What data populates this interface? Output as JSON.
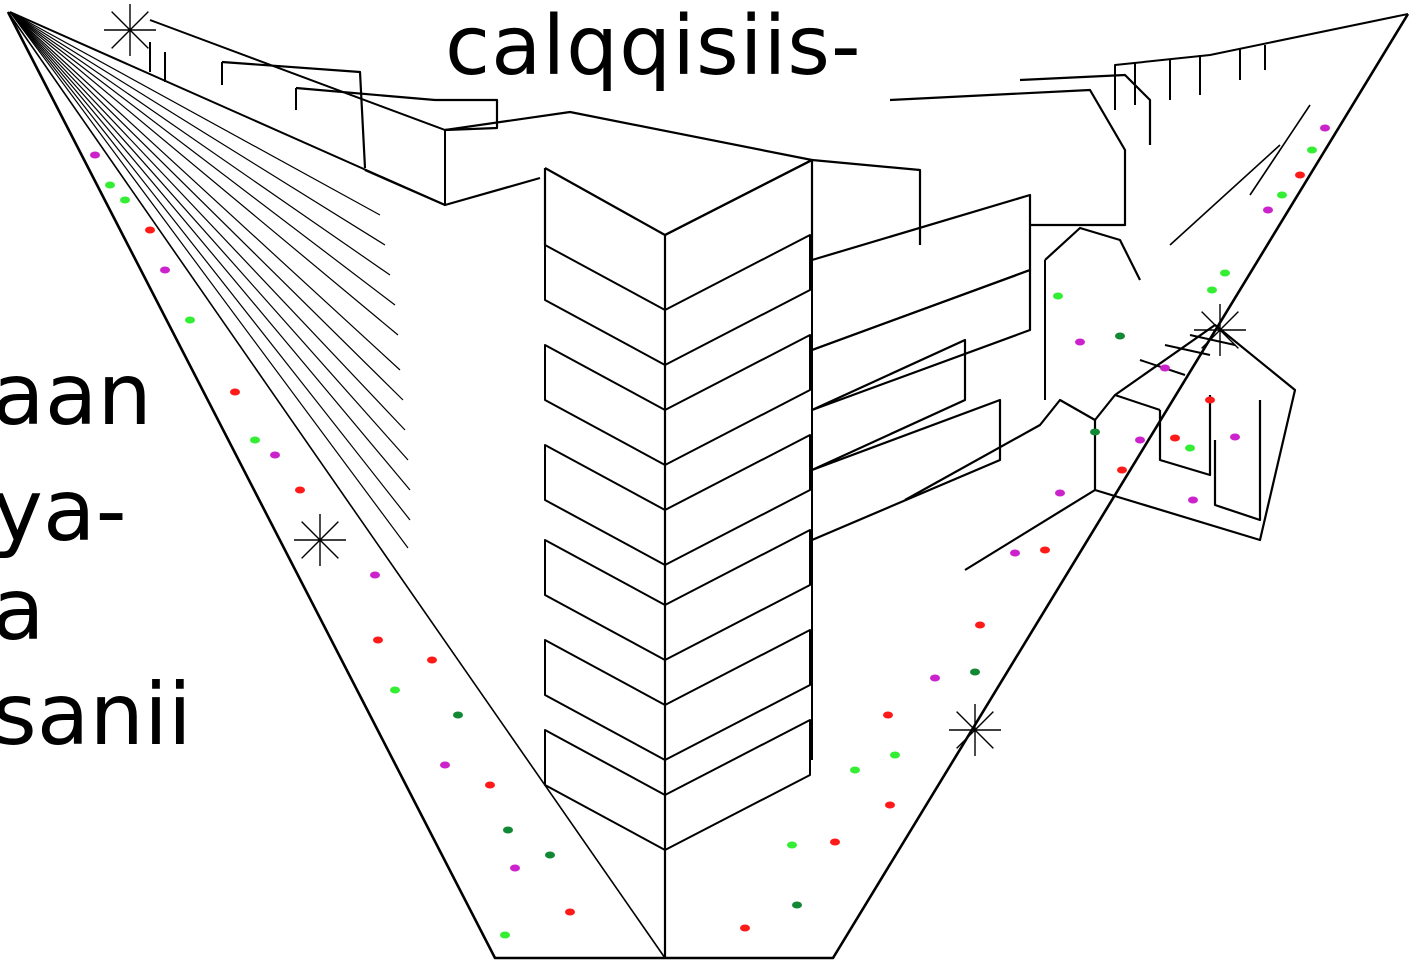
{
  "texts": {
    "top": "calqqisiis-",
    "side": [
      "aan",
      "ya-",
      "a",
      "sanii"
    ]
  },
  "colors": {
    "ink": "#000000",
    "dots": [
      "#ff1a1a",
      "#33ee33",
      "#cc22cc",
      "#118833"
    ]
  }
}
